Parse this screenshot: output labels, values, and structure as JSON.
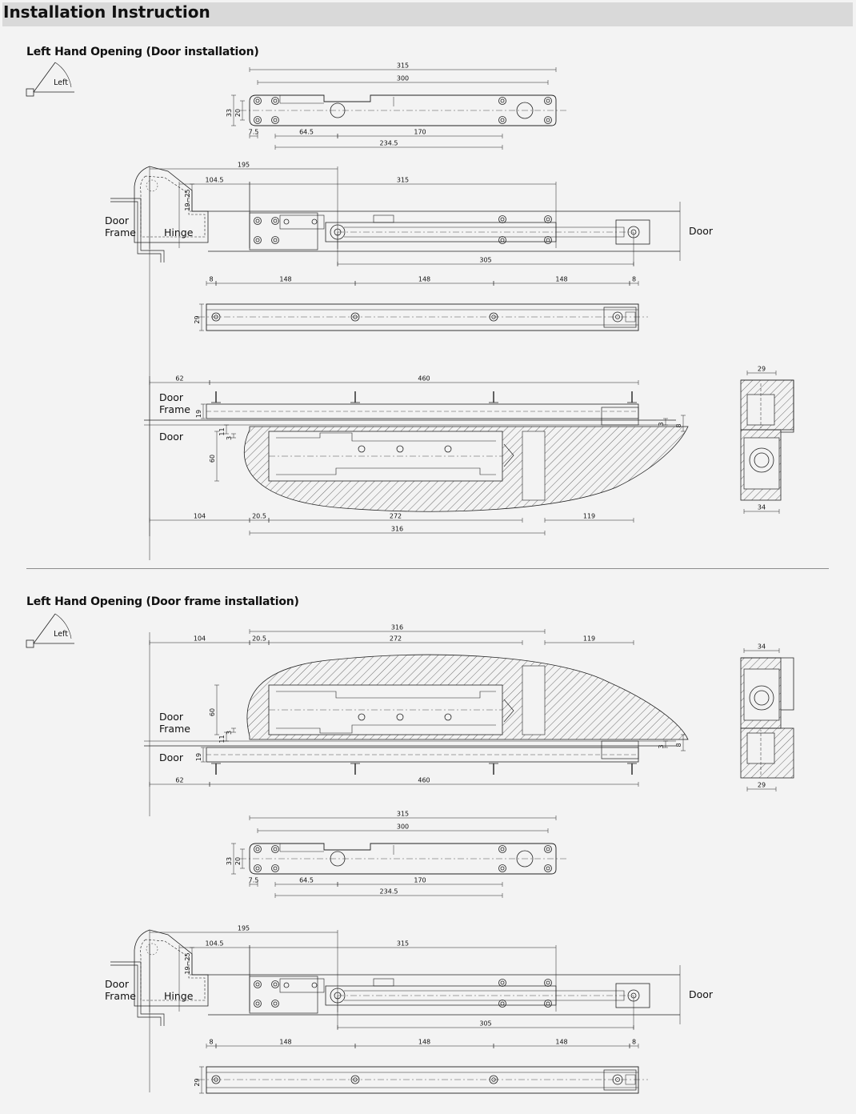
{
  "header": {
    "title": "Installation Instruction"
  },
  "sections": [
    {
      "title": "Left Hand Opening (Door installation)",
      "hand_label": "Left",
      "labels": {
        "door_frame": "Door\nFrame",
        "door": "Door",
        "hinge": "Hinge"
      },
      "plate_dims": {
        "overall": "315",
        "holes": "300",
        "height": "33",
        "inner": "20",
        "edge": "7.5",
        "a": "64.5",
        "b": "170",
        "c": "234.5"
      },
      "arm_dims": {
        "offset": "195",
        "hinge_offset": "104.5",
        "adjust": "19~25",
        "length": "315",
        "arm": "305"
      },
      "rail_dims": {
        "end1": "8",
        "s1": "148",
        "s2": "148",
        "s3": "148",
        "end2": "8",
        "height": "29"
      },
      "section_dims": {
        "left": "62",
        "length": "460",
        "frame": "19",
        "gap": "11",
        "gap2": "3",
        "depth": "60",
        "t1": "3",
        "t2": "8",
        "b1": "104",
        "b2": "20.5",
        "b3": "272",
        "b4": "119",
        "total": "316",
        "side_top": "29",
        "side_bottom": "34"
      }
    },
    {
      "title": "Left Hand Opening (Door frame installation)",
      "hand_label": "Left",
      "labels": {
        "door_frame": "Door\nFrame",
        "door": "Door",
        "hinge": "Hinge"
      },
      "plate_dims": {
        "overall": "315",
        "holes": "300",
        "height": "33",
        "inner": "20",
        "edge": "7.5",
        "a": "64.5",
        "b": "170",
        "c": "234.5"
      },
      "arm_dims": {
        "offset": "195",
        "hinge_offset": "104.5",
        "adjust": "19~25",
        "length": "315",
        "arm": "305"
      },
      "rail_dims": {
        "end1": "8",
        "s1": "148",
        "s2": "148",
        "s3": "148",
        "end2": "8",
        "height": "29"
      },
      "section_dims": {
        "left": "62",
        "length": "460",
        "frame": "19",
        "gap": "11",
        "gap2": "3",
        "depth": "60",
        "t1": "3",
        "t2": "8",
        "b1": "104",
        "b2": "20.5",
        "b3": "272",
        "b4": "119",
        "total": "316",
        "side_top": "34",
        "side_bottom": "29"
      }
    }
  ]
}
